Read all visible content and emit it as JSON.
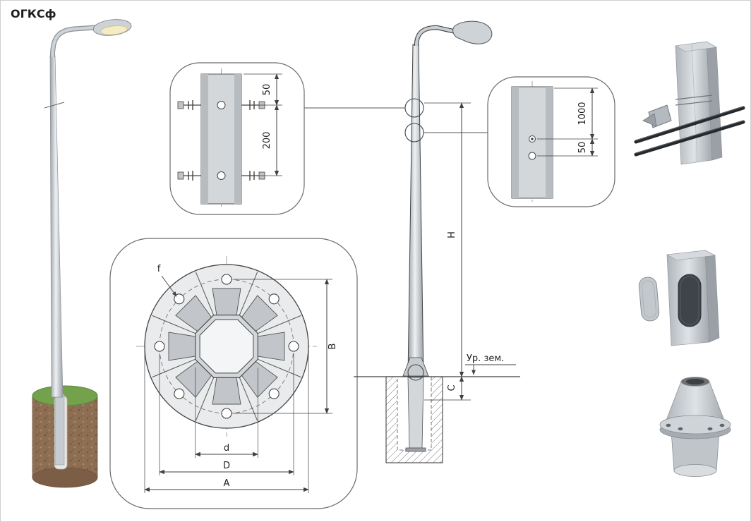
{
  "page": {
    "title": "ОГКСф"
  },
  "detail_bolts": {
    "dim_offset": "50",
    "dim_spacing": "200"
  },
  "detail_holes": {
    "dim_height": "1000",
    "dim_offset": "50"
  },
  "flange_plan": {
    "hole_label": "f",
    "dim_height": "B",
    "dim_across_flats": "d",
    "dim_bolt_circle": "D",
    "dim_outer": "A"
  },
  "elevation": {
    "dim_total_height": "H",
    "dim_base": "C",
    "ground_label": "Ур. зем."
  },
  "colors": {
    "drawing_line": "#404040",
    "metal_light": "#d3d7da",
    "metal_mid": "#b7bcc1",
    "grass_green": "#74a24c",
    "soil_brown": "#8d6e52",
    "cable_dark": "#26292c"
  }
}
